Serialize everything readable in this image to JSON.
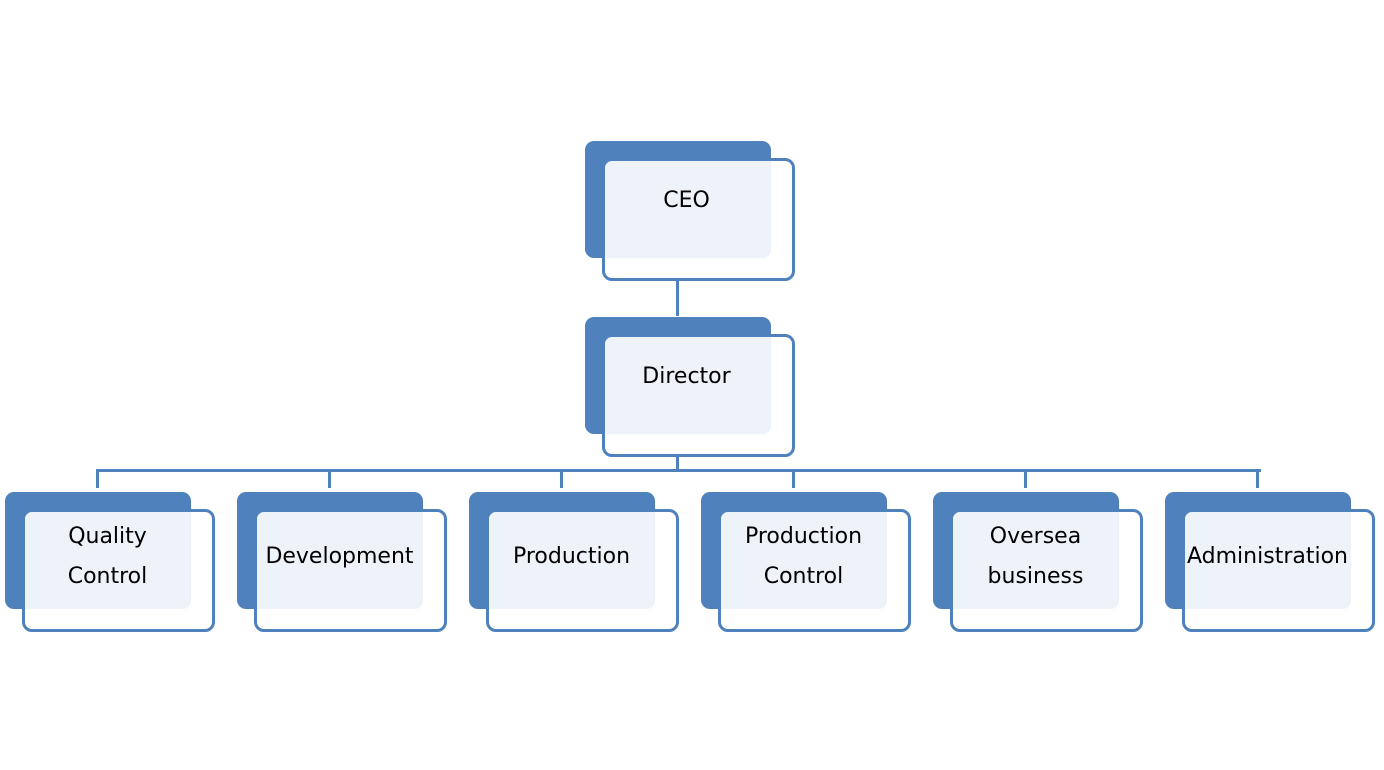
{
  "diagram": {
    "colors": {
      "accent": "#4f81bd",
      "tint": "#eef2f9",
      "text": "#000000"
    },
    "nodes": {
      "ceo": "CEO",
      "director": "Director",
      "departments": [
        "Quality\nControl",
        "Development",
        "Production",
        "Production\nControl",
        "Oversea\nbusiness",
        "Administration"
      ]
    }
  }
}
